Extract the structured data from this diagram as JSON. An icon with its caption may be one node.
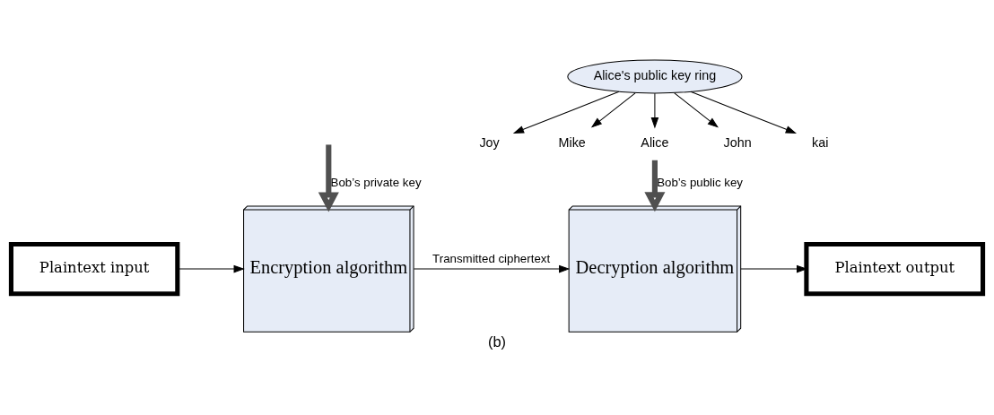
{
  "diagram": {
    "caption": "(b)",
    "nodes": [
      {
        "text": [
          "Plaintext input"
        ]
      },
      {
        "text": [
          "Encryption algorithm"
        ]
      },
      {
        "text": [
          "Decryption algorithm"
        ]
      },
      {
        "text": [
          "Plaintext output"
        ]
      },
      {
        "text": [
          "Alice's public key ring"
        ]
      },
      {
        "text": [
          "Joy"
        ]
      },
      {
        "text": [
          "Mike"
        ]
      },
      {
        "text": [
          "Alice"
        ]
      },
      {
        "text": [
          "John"
        ]
      },
      {
        "text": [
          "kai"
        ]
      }
    ],
    "edges": [
      {
        "from": 0,
        "to": 1,
        "arrow": "to"
      },
      {
        "from": 1,
        "to": 2,
        "arrow": "to",
        "label": "Transmitted ciphertext"
      },
      {
        "from": 2,
        "to": 3,
        "arrow": "to"
      },
      {
        "from": 4,
        "to": 5,
        "arrow": "to"
      },
      {
        "from": 4,
        "to": 6,
        "arrow": "to"
      },
      {
        "from": 4,
        "to": 7,
        "arrow": "to"
      },
      {
        "from": 4,
        "to": 8,
        "arrow": "to"
      },
      {
        "from": 4,
        "to": 9,
        "arrow": "to"
      },
      {
        "from": null,
        "to": 1,
        "arrow": "to",
        "label": "Bob’s private key",
        "style": "thick"
      },
      {
        "from": 7,
        "to": 2,
        "arrow": "to",
        "label": "Bob’s public key",
        "style": "thick"
      }
    ]
  }
}
